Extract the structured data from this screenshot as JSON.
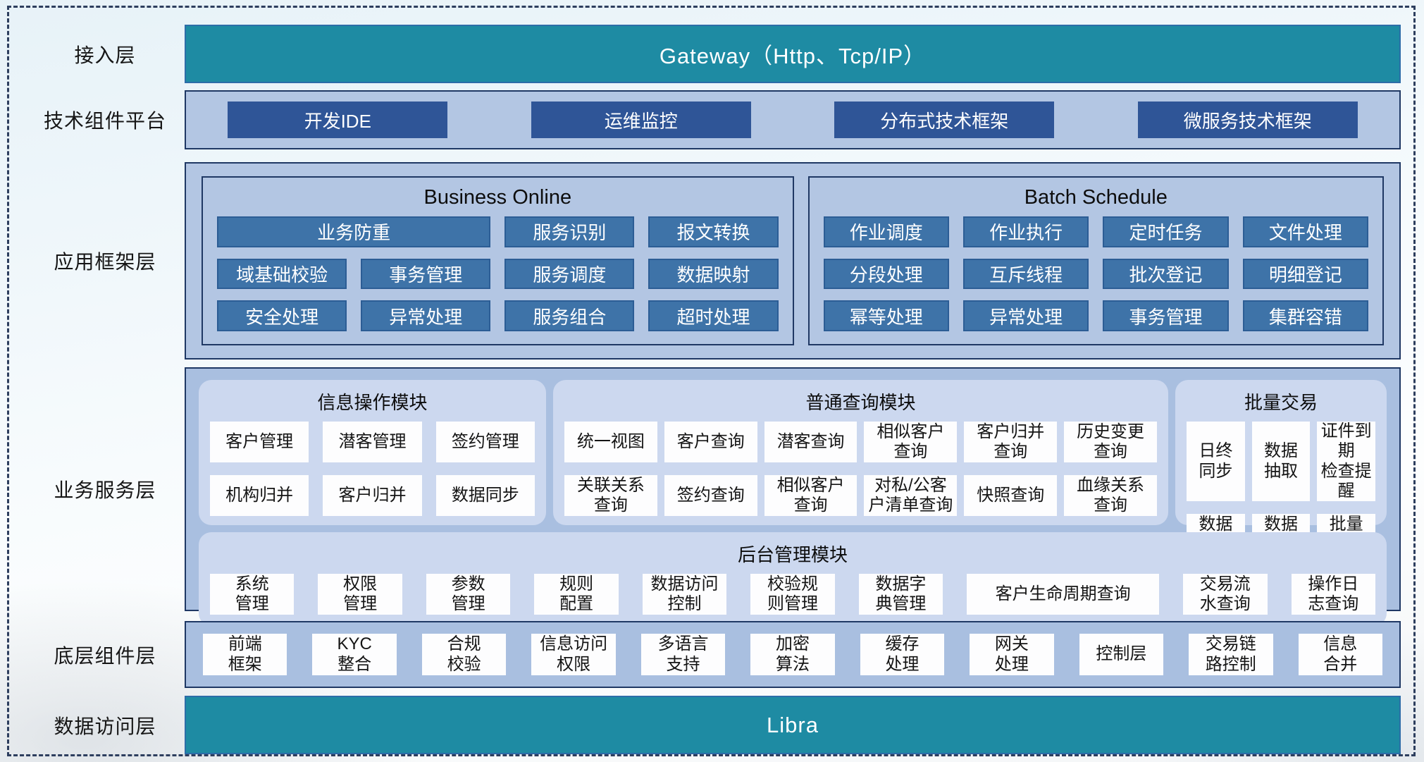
{
  "colors": {
    "teal_bar": "#1e8ba3",
    "dark_button": "#2f5597",
    "steel_button": "#3e73a8",
    "container_blue": "#b3c6e3",
    "service_blue": "#a9bfe0",
    "module_panel": "#ccd8ef",
    "navy_border": "#1f3864",
    "dashed_frame": "#2d3e5e"
  },
  "layers": {
    "access": {
      "label": "接入层",
      "bar_text": "Gateway（Http、Tcp/IP）"
    },
    "tech": {
      "label": "技术组件平台",
      "items": [
        "开发IDE",
        "运维监控",
        "分布式技术框架",
        "微服务技术框架"
      ]
    },
    "appframe": {
      "label": "应用框架层",
      "panels": [
        {
          "title": "Business Online",
          "items": [
            {
              "label": "业务防重",
              "span": 2
            },
            "服务识别",
            "报文转换",
            "域基础校验",
            "事务管理",
            "服务调度",
            "数据映射",
            "安全处理",
            "异常处理",
            "服务组合",
            "超时处理"
          ]
        },
        {
          "title": "Batch Schedule",
          "items": [
            "作业调度",
            "作业执行",
            "定时任务",
            "文件处理",
            "分段处理",
            "互斥线程",
            "批次登记",
            "明细登记",
            "幂等处理",
            "异常处理",
            "事务管理",
            "集群容错"
          ]
        }
      ]
    },
    "service": {
      "label": "业务服务层",
      "modules": [
        {
          "title": "信息操作模块",
          "items": [
            "客户管理",
            "潜客管理",
            "签约管理",
            "机构归并",
            "客户归并",
            "数据同步"
          ]
        },
        {
          "title": "普通查询模块",
          "items": [
            "统一视图",
            "客户查询",
            "潜客查询",
            "相似客户\n查询",
            "客户归并\n查询",
            "历史变更\n查询",
            "关联关系\n查询",
            "签约查询",
            "相似客户\n查询",
            "对私/公客\n户清单查询",
            "快照查询",
            "血缘关系\n查询"
          ]
        },
        {
          "title": "批量交易",
          "items": [
            "日终\n同步",
            "数据\n抽取",
            "证件到期\n检查提醒",
            "数据\n转换",
            "数据\n装载",
            "批量\n开户"
          ]
        },
        {
          "title": "后台管理模块",
          "items": [
            "系统\n管理",
            "权限\n管理",
            "参数\n管理",
            "规则\n配置",
            "数据访问\n控制",
            "校验规\n则管理",
            "数据字\n典管理",
            {
              "label": "客户生命周期查询",
              "span": 2
            },
            "交易流\n水查询",
            "操作日\n志查询"
          ]
        }
      ]
    },
    "bottom": {
      "label": "底层组件层",
      "items": [
        "前端\n框架",
        "KYC\n整合",
        "合规\n校验",
        "信息访问\n权限",
        "多语言\n支持",
        "加密\n算法",
        "缓存\n处理",
        "网关\n处理",
        "控制层",
        "交易链\n路控制",
        "信息\n合并"
      ]
    },
    "data": {
      "label": "数据访问层",
      "bar_text": "Libra"
    }
  }
}
